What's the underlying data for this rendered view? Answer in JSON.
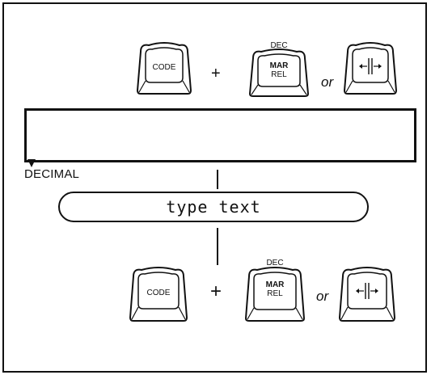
{
  "top_row": {
    "code_key": "CODE",
    "plus": "+",
    "mar_rel_key": {
      "top_label": "DEC",
      "line1": "MAR",
      "line2": "REL"
    },
    "or": "or",
    "tab_key_icon": "decimal-tab-arrows-icon"
  },
  "display": {
    "decimal_label": "DECIMAL",
    "marker_icon": "down-triangle-icon"
  },
  "pill": {
    "text": "type text"
  },
  "bottom_row": {
    "code_key": "CODE",
    "plus": "+",
    "mar_rel_key": {
      "top_label": "DEC",
      "line1": "MAR",
      "line2": "REL"
    },
    "or": "or",
    "tab_key_icon": "decimal-tab-arrows-icon"
  }
}
